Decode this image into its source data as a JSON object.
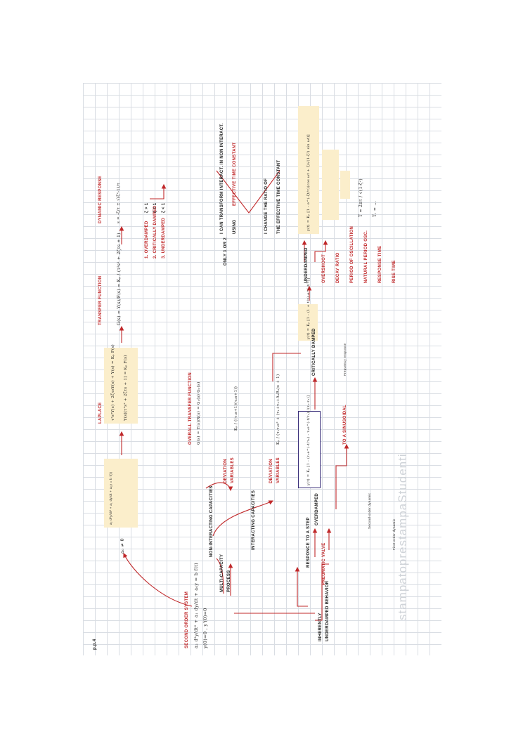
{
  "page_label": "p.p.4",
  "watermark": "stampatoprestampaStudenti",
  "headings": {
    "laplace": "LAPLACE",
    "transfer_function": "TRANSFER FUNCTION",
    "dynamic_response": "DYNAMIC RESPONSE",
    "overall_transfer_function": "OVERALL TRANSFER FUNCTION",
    "second_order_system": "SECOND ORDER SYSTEM",
    "effective_time_constant": "EFFECTIVE TIME CONSTANT"
  },
  "equations": {
    "a0_condition": "a₀ ≠ 0",
    "second_order_ode": "a₂ d²y/dt² + a₁ dy/dt + a₀y = b f(t)",
    "initial_conditions": "y(0)=0 , y'(0)=0",
    "laplace_line1": "τ²s²Y(s) + 2ζτsY(s) + Y(s) = Kₚ F(s)",
    "laplace_line2": "Y(s)[τ²s² + 2ζτs + 1] = Kₚ F(s)",
    "transfer_function": "G(s) = Y(s)/F(s) = Kₚ / (τ²s² + 2ζτs + 1)",
    "dynamic_response_formula": "s = -ζ/τ ± √(ζ²-1)/τ",
    "overall_tf": "G(s) = Y(s)/X(s) = G₁(s)·G₂(s)",
    "noninteracting_tf": "Kₚ / ((τ₁s+1)(τ₂s+1))",
    "interacting_tf": "Kₚ / (τ₁τ₂s² + (τ₁+τ₂+A₁R₂)s + 1)",
    "overdamped_response": "y(t) = Kₚ [1 - (τ₁e^(-t/τ₁) - τ₂e^(-t/τ₂))/(τ₁-τ₂)]",
    "critically_damped_response": "y(t) = Kₚ [1 - (1 + t/τ) e^(-t/τ)]",
    "underdamped_response": "y(t) = Kₚ [1 - e^(-ζt/τ)(cos ωt + ζ/√(1-ζ²) sin ωt)]",
    "period_of_oscillation": "T = 2πτ / √(1-ζ²)",
    "rise_time": "Tᵣ = ..."
  },
  "labels": {
    "multi_capacity": "MULTI-CAPACITY",
    "process": "PROCESS",
    "non_interacting": "NON-INTERACTING CAPACITIES",
    "interacting": "INTERACTING CAPACITIES",
    "deviation": "DEVIATION",
    "variables": "VARIABLES",
    "response_to_step": "RESPONCE TO A STEP",
    "inherently": "INHERENTLY",
    "underdamped_behavior": "UNDERDAMPED BEHAVIOR",
    "pneumatic_valve": "PNEUMATIC VALVE",
    "to_sinusoidal": "TO A SINUSOIDAL",
    "overdamped": "OVERDAMPED",
    "critically_damped": "CRITICALLY DAMPED",
    "underdamped": "UNDERDAMPED",
    "only_1_or_2": "ONLY 1 OR 2",
    "case1": "1. OVERDAMPED",
    "case2": "2. CRITICALLY DAMPED",
    "case3": "3. UNDERDAMPED",
    "zeta_gt": "ζ > 1",
    "zeta_eq": "ζ = 1",
    "zeta_lt": "ζ < 1",
    "bullet_overshoot": "OVERSHOOT",
    "bullet_decay": "DECAY RATIO",
    "bullet_period": "PERIOD OF OSCILLATION",
    "bullet_natural": "NATURAL PERIOD OSC.",
    "bullet_response": "RESPONSE TIME",
    "bullet_rise": "RISE TIME"
  },
  "notes": {
    "transform_line": "I CAN TRANSFORM   INTERACT.   IN NON INTERACT.",
    "using": "USING",
    "change_ratio": "I CHANGE THE RATIO OF",
    "effective_tc": "THE EFFECTIVE   TIME CONSTANT",
    "frequency_response": "Frequency response",
    "second_order_dynamic": "Second-order dynamic",
    "first_order_dynamic": "First-order dynamic"
  },
  "colors": {
    "accent_red": "#c0282a",
    "highlight_yellow": "#fbeecb",
    "outline_purple": "#3a2f7a",
    "grid": "#d9dde3"
  }
}
